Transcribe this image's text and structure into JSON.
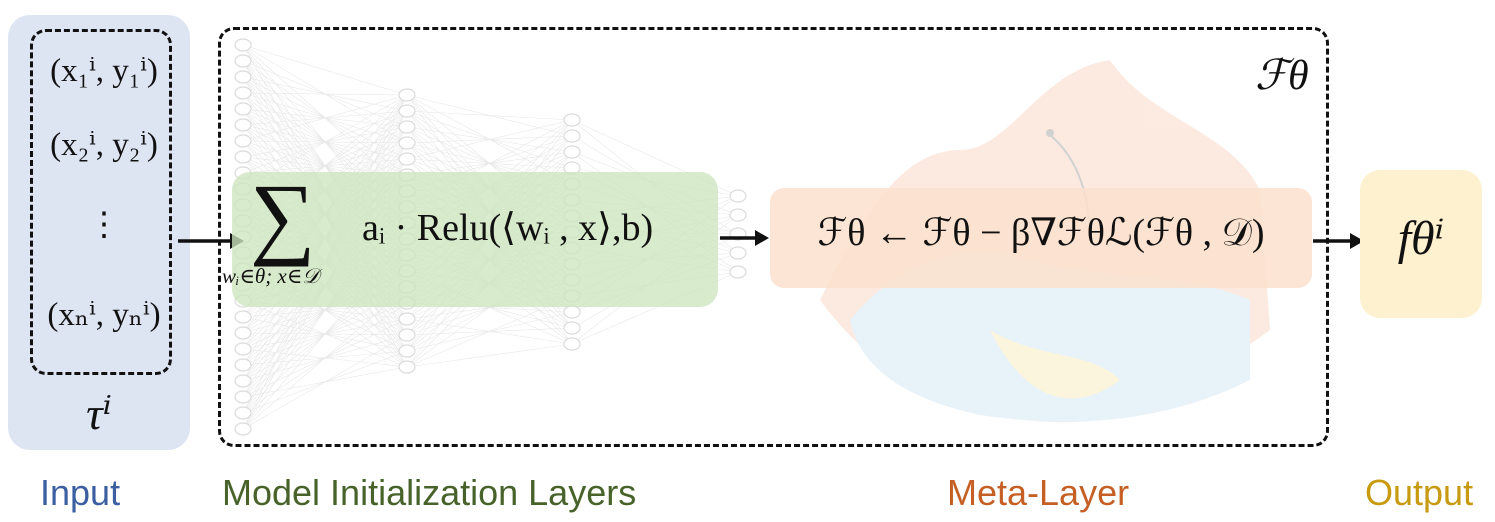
{
  "input": {
    "pairs": [
      "(x₁ⁱ, y₁ⁱ)",
      "(x₂ⁱ, y₂ⁱ)",
      "⋮",
      "(xₙⁱ, yₙⁱ)"
    ],
    "task_symbol": "τⁱ"
  },
  "model_region": {
    "corner_symbol": "ℱθ",
    "sum_symbol": "∑",
    "sum_subscript": "wᵢ∈θ; x∈𝒟",
    "formula": "aᵢ · Relu(⟨wᵢ , x⟩,b)"
  },
  "meta_layer": {
    "formula": "ℱθ ← ℱθ − β∇ℱθℒ(ℱθ , 𝒟)"
  },
  "output": {
    "formula": "fθⁱ"
  },
  "labels": {
    "input": "Input",
    "model": "Model Initialization Layers",
    "meta": "Meta-Layer",
    "output": "Output"
  },
  "colors": {
    "input_panel": "#dde5f3",
    "green_box": "#cde6be",
    "orange_box": "#fce1cd",
    "output_box": "#fdf1cf",
    "input_label": "#3b5fa0",
    "model_label": "#47632a",
    "meta_label": "#c65f24",
    "output_label": "#c79a10"
  }
}
